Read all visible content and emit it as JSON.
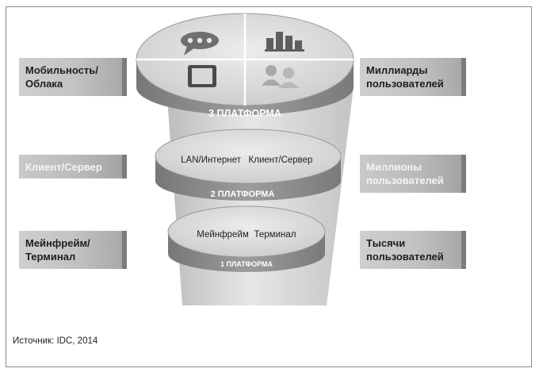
{
  "platforms": {
    "p3": {
      "band": "3 ПЛАТФОРМА",
      "icons": [
        "chat-bubble-icon",
        "bar-chart-icon",
        "tablet-icon",
        "users-icon"
      ]
    },
    "p2": {
      "band": "2 ПЛАТФОРМА",
      "text_a": "LAN/Интернет",
      "text_b": "Клиент/Сервер"
    },
    "p1": {
      "band": "1 ПЛАТФОРМА",
      "text_a": "Мейнфрейм",
      "text_b": "Терминал"
    }
  },
  "left": {
    "top": {
      "line1": "Мобильность/",
      "line2": "Облака"
    },
    "middle": {
      "line1": "Клиент/Сервер"
    },
    "bottom": {
      "line1": "Мейнфрейм/",
      "line2": "Терминал"
    }
  },
  "right": {
    "top": {
      "line1": "Миллиарды",
      "line2": "пользователей"
    },
    "middle": {
      "line1": "Миллионы",
      "line2": "пользователей"
    },
    "bottom": {
      "line1": "Тысячи",
      "line2": "пользователей"
    }
  },
  "source": "Источник: IDC, 2014",
  "colors": {
    "disc_top": "#dcdcdc",
    "band": "#8f8f8f",
    "label_box": "#c2c2c2",
    "accent_bar": "#7c7c7c"
  }
}
